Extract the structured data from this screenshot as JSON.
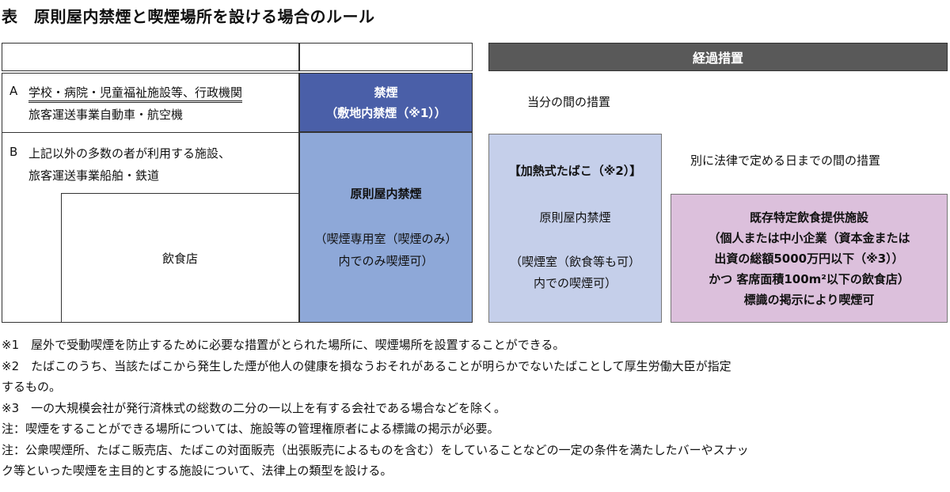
{
  "title": "表　原則屋内禁煙と喫煙場所を設ける場合のルール",
  "header": {
    "transition_label": "経過措置"
  },
  "rows": {
    "a": {
      "letter": "A",
      "line1": "学校・病院・児童福祉施設等、行政機関",
      "line2": "旅客運送事業自動車・航空機"
    },
    "b": {
      "letter": "B",
      "line1": "上記以外の多数の者が利用する施設、",
      "line2": "旅客運送事業船舶・鉄道",
      "inset_label": "飲食店"
    }
  },
  "cells": {
    "a_rule": {
      "line1": "禁煙",
      "line2": "（敷地内禁煙（※1））"
    },
    "a_transition": "当分の間の措置",
    "b_rule": {
      "heading": "原則屋内禁煙",
      "line1": "（喫煙専用室（喫煙のみ）",
      "line2": "内でのみ喫煙可）"
    },
    "b_transition_label": "別に法律で定める日までの間の措置",
    "heated_tobacco": {
      "heading": "【加熱式たばこ（※2）】",
      "sub": "原則屋内禁煙",
      "line1": "（喫煙室（飲食等も可）",
      "line2": "内での喫煙可）"
    },
    "existing_restaurants": {
      "heading": "既存特定飲食提供施設",
      "line1": "（個人または中小企業（資本金または",
      "line2": "出資の総額5000万円以下（※3））",
      "line3": "かつ 客席面積100m²以下の飲食店）",
      "line4": "標識の掲示により喫煙可"
    }
  },
  "notes": [
    "※1　屋外で受動喫煙を防止するために必要な措置がとられた場所に、喫煙場所を設置することができる。",
    "※2　たばこのうち、当該たばこから発生した煙が他人の健康を損なうおそれがあることが明らかでないたばことして厚生労働大臣が指定",
    "するもの。",
    "※3　一の大規模会社が発行済株式の総数の二分の一以上を有する会社である場合などを除く。",
    "注：喫煙をすることができる場所については、施設等の管理権原者による標識の掲示が必要。",
    "注：公衆喫煙所、たばこ販売店、たばこの対面販売（出張販売によるものを含む）をしていることなどの一定の条件を満たしたバーやスナッ",
    "ク等といった喫煙を主目的とする施設について、法律上の類型を設ける。"
  ]
}
